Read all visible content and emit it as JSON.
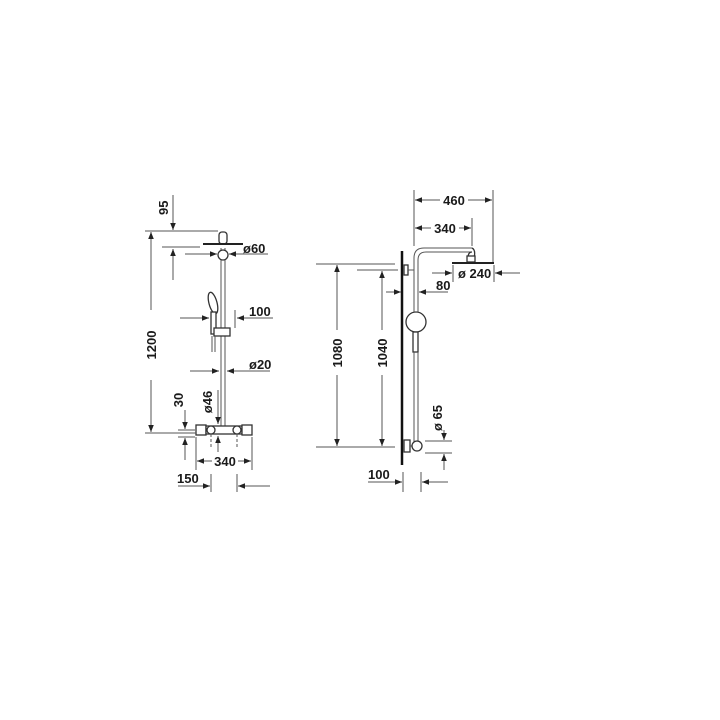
{
  "drawing": {
    "title": "Shower system dimensional drawing",
    "front_view": {
      "dimensions": {
        "top_offset": "95",
        "head_diameter": "ø60",
        "hand_shower_depth": "100",
        "total_height": "1200",
        "rail_diameter": "ø20",
        "thermostat_height": "30",
        "mixer_diameter": "ø46",
        "thermostat_width": "340",
        "inlet_spacing": "150"
      }
    },
    "side_view": {
      "dimensions": {
        "arm_total_reach": "460",
        "arm_reach": "340",
        "head_diameter": "ø 240",
        "arm_offset": "80",
        "head_height": "1080",
        "arm_height": "1040",
        "connector_diameter": "ø 65",
        "wall_projection": "100"
      }
    }
  }
}
